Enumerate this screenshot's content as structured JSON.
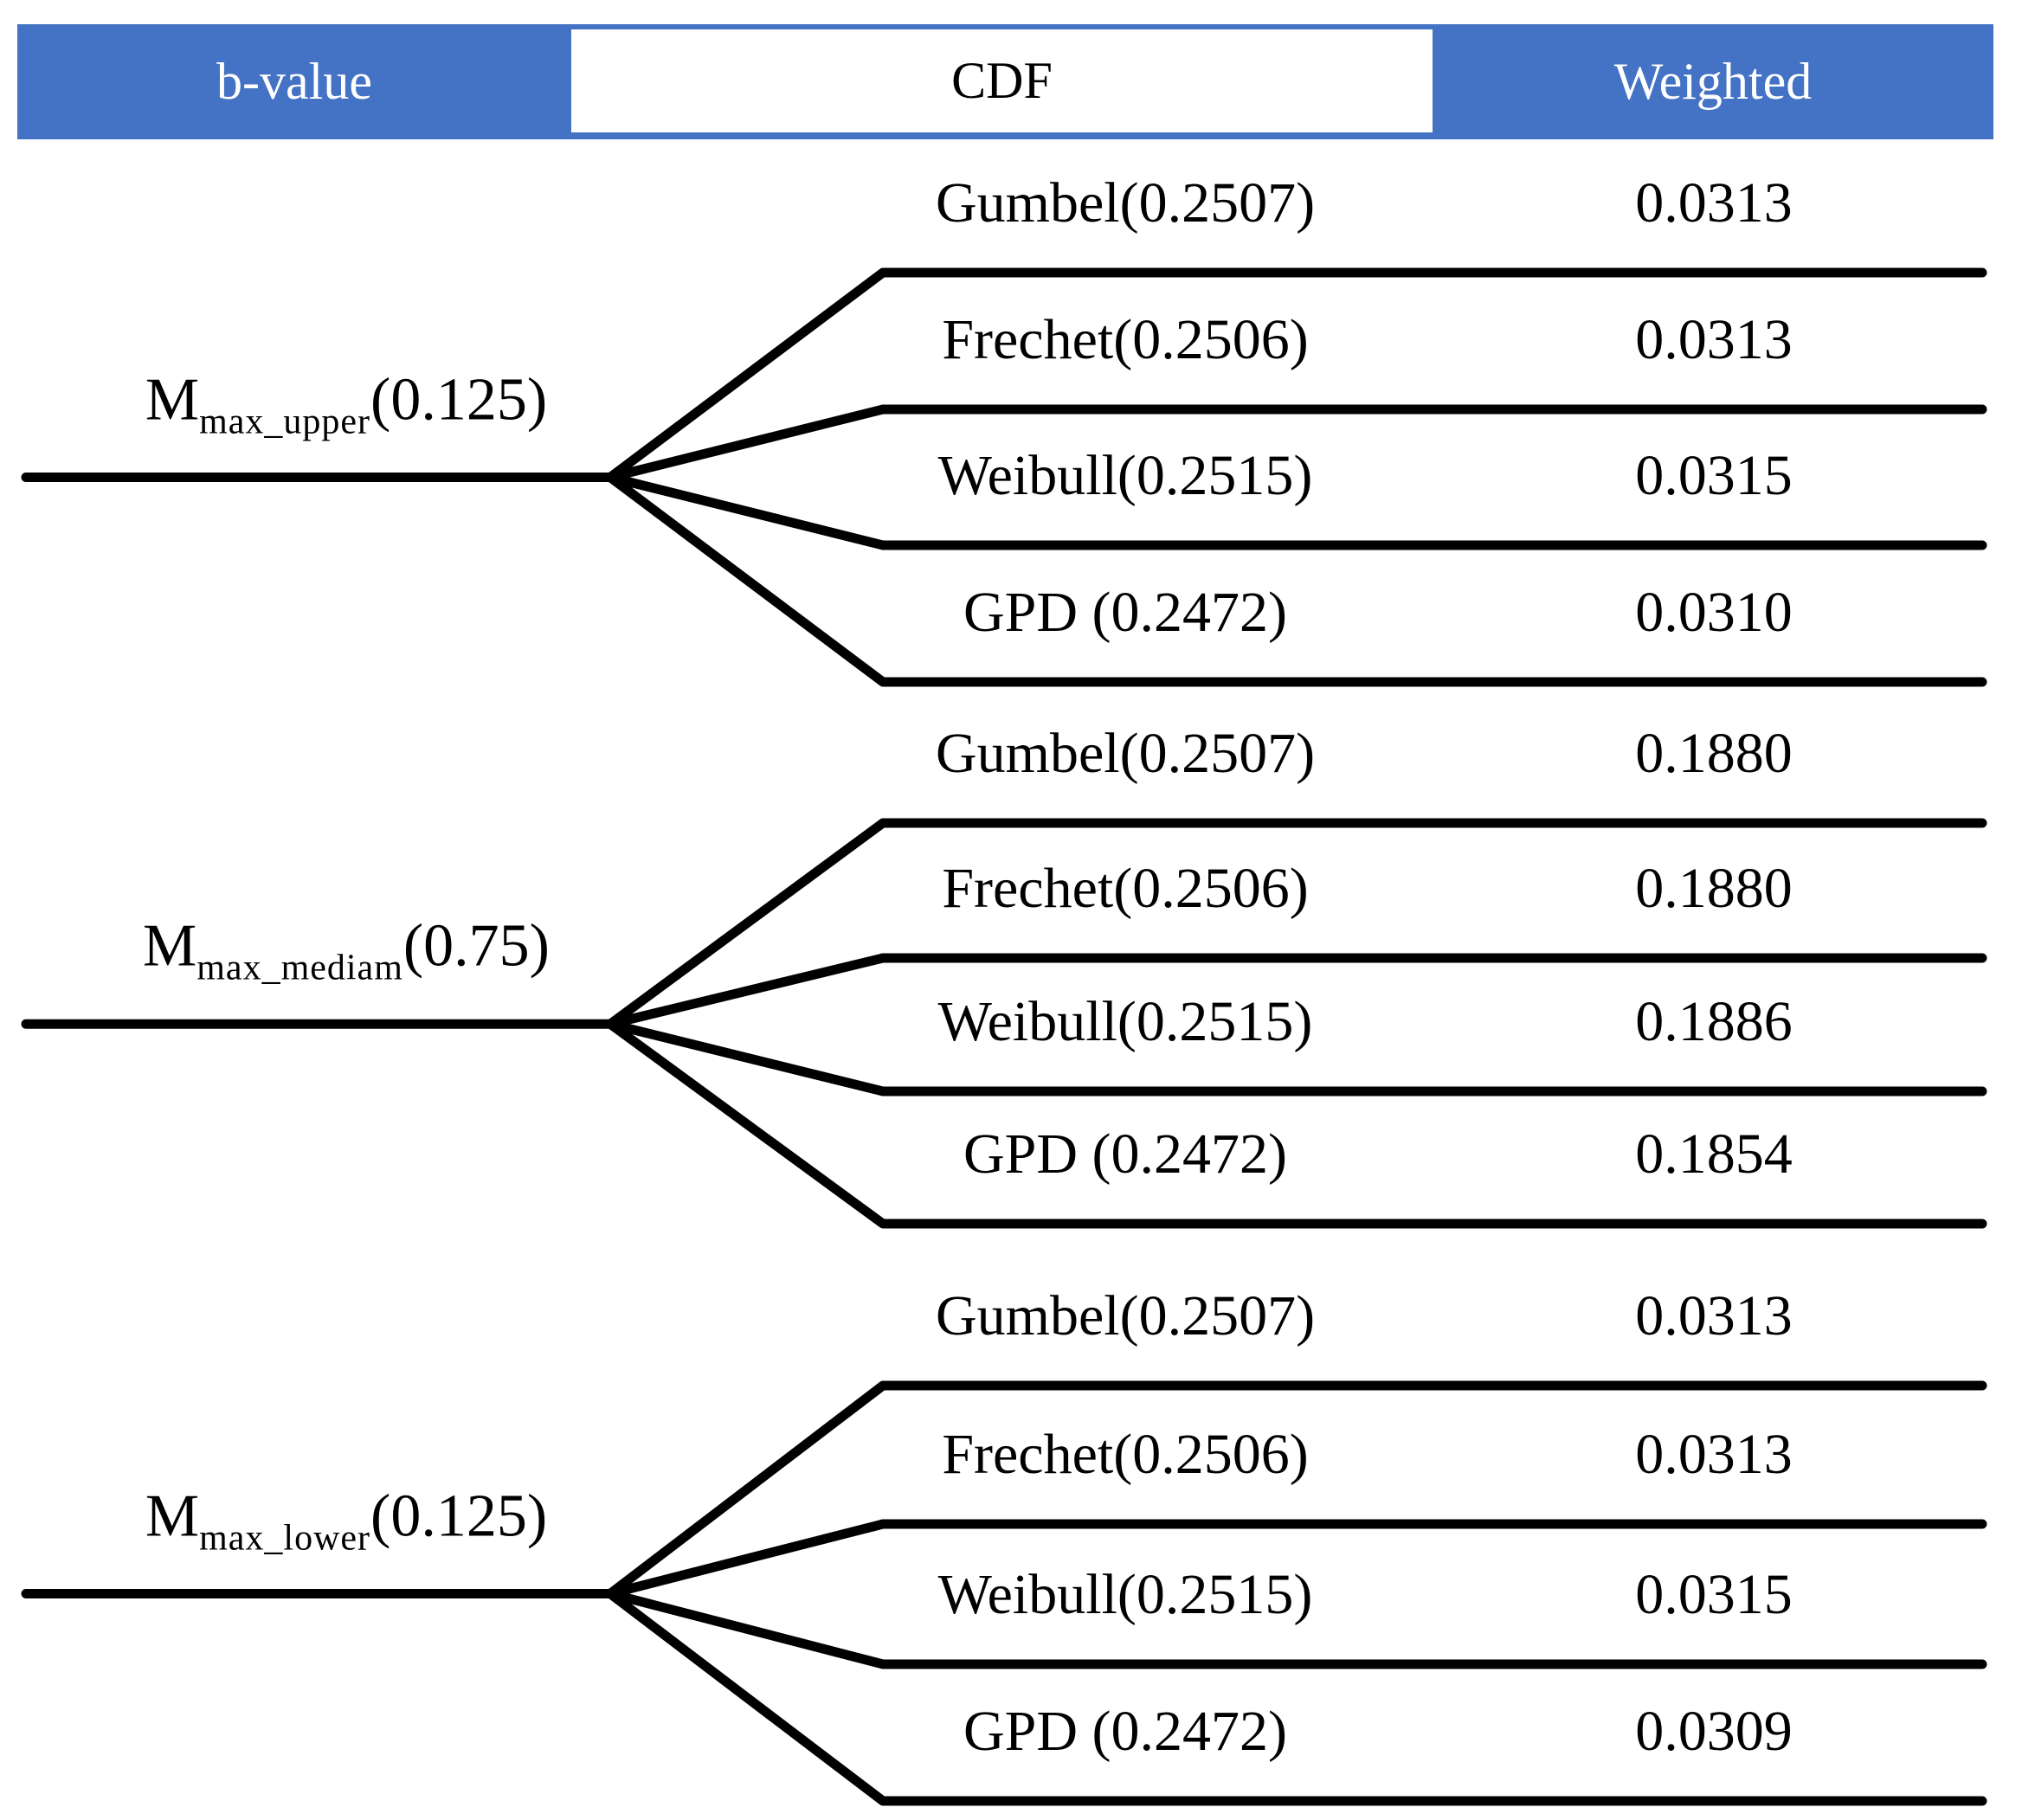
{
  "figure": {
    "type": "logic-tree",
    "description": "Logic tree of b-value branches combined with CDF model branches and resulting weights"
  },
  "colors": {
    "accent_blue": "#4472C4",
    "line_black": "#000000",
    "header_text_on_blue": "#FFFFFF",
    "text_black": "#000000"
  },
  "header": {
    "columns": [
      {
        "label": "b-value",
        "style": "solid"
      },
      {
        "label": "CDF",
        "style": "outline"
      },
      {
        "label": "Weighted",
        "style": "solid"
      }
    ]
  },
  "tree": {
    "groups": [
      {
        "label_main": "M",
        "label_sub": "max_upper",
        "label_paren": "(0.125)",
        "branches": [
          {
            "cdf": "Gumbel(0.2507)",
            "weighted": "0.0313"
          },
          {
            "cdf": "Frechet(0.2506)",
            "weighted": "0.0313"
          },
          {
            "cdf": "Weibull(0.2515)",
            "weighted": "0.0315"
          },
          {
            "cdf": "GPD (0.2472)",
            "weighted": "0.0310"
          }
        ]
      },
      {
        "label_main": "M",
        "label_sub": "max_mediam",
        "label_paren": "(0.75)",
        "branches": [
          {
            "cdf": "Gumbel(0.2507)",
            "weighted": "0.1880"
          },
          {
            "cdf": "Frechet(0.2506)",
            "weighted": "0.1880"
          },
          {
            "cdf": "Weibull(0.2515)",
            "weighted": "0.1886"
          },
          {
            "cdf": "GPD (0.2472)",
            "weighted": "0.1854"
          }
        ]
      },
      {
        "label_main": "M",
        "label_sub": "max_lower",
        "label_paren": "(0.125)",
        "branches": [
          {
            "cdf": "Gumbel(0.2507)",
            "weighted": "0.0313"
          },
          {
            "cdf": "Frechet(0.2506)",
            "weighted": "0.0313"
          },
          {
            "cdf": "Weibull(0.2515)",
            "weighted": "0.0315"
          },
          {
            "cdf": "GPD (0.2472)",
            "weighted": "0.0309"
          }
        ]
      }
    ]
  }
}
